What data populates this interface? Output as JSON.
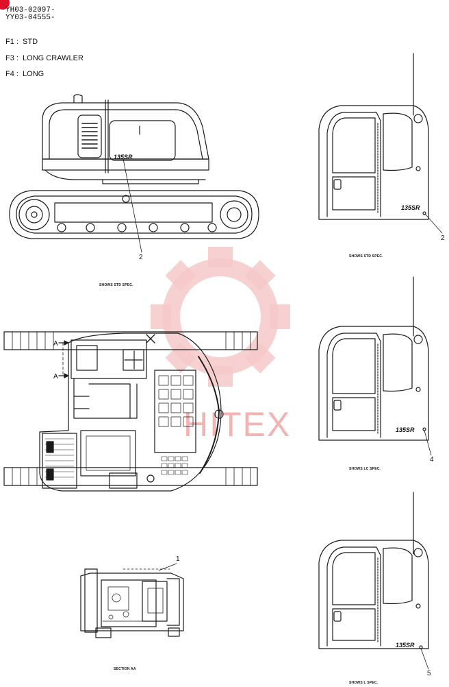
{
  "header": {
    "serial_lines": [
      "YH03-02097-",
      "YY03-04555-"
    ],
    "variants": [
      "F1 :  STD",
      "F3 :  LONG CRAWLER",
      "F4 :  LONG"
    ]
  },
  "callouts": {
    "side_view": "2",
    "cab_std": "2",
    "cab_lc": "4",
    "cab_l": "5",
    "section_view": "1",
    "section_marker_top": "A",
    "section_marker_bottom": "A"
  },
  "captions": {
    "side_view": "SHOWS STD SPEC.",
    "cab_std": "SHOWS STD SPEC.",
    "cab_lc": "SHOWS LC SPEC.",
    "cab_l": "SHOWS L SPEC.",
    "section_view": "SECTION AA"
  },
  "decals": {
    "side": "135SR",
    "cab_std": "135SR",
    "cab_lc": "135SR",
    "cab_l": "135SR"
  },
  "watermark": {
    "text": "HITEX",
    "color": "#f2b3b3"
  }
}
